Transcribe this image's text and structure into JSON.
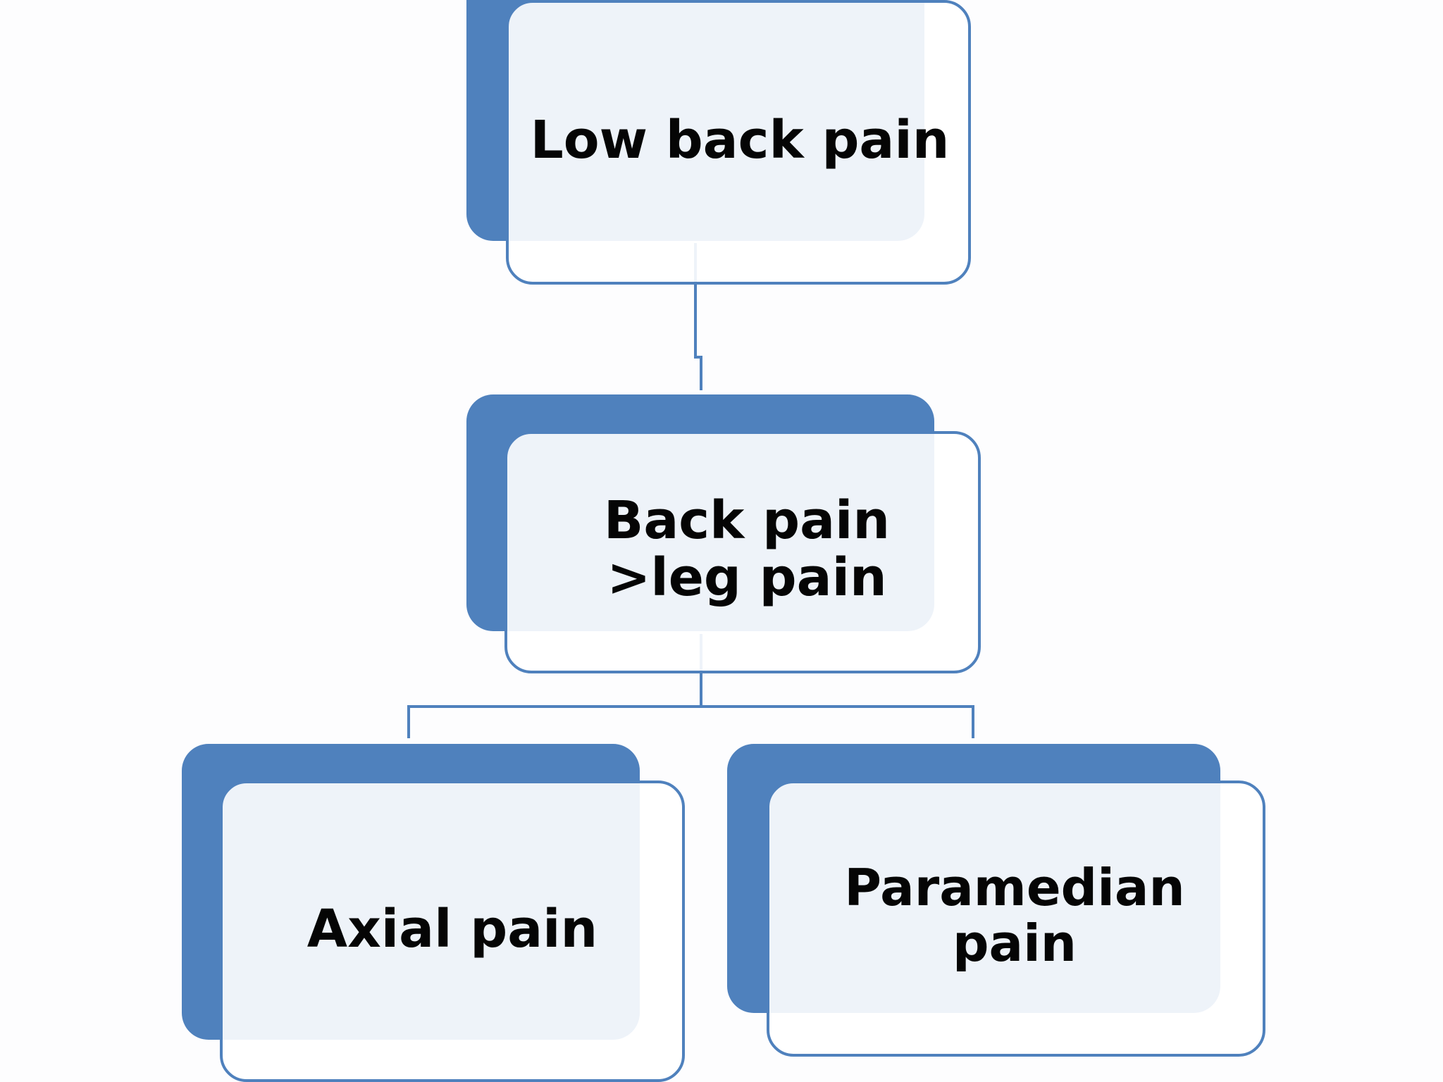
{
  "diagram": {
    "nodes": {
      "root": {
        "label": "Low back pain"
      },
      "middle": {
        "label": "Back pain >leg pain"
      },
      "left": {
        "label": "Axial pain"
      },
      "right": {
        "label": "Paramedian pain"
      }
    },
    "colors": {
      "accent": "#4f81bd",
      "box_fill": "#eef2f9",
      "text": "#050505",
      "background": "#fdfdfe"
    }
  }
}
